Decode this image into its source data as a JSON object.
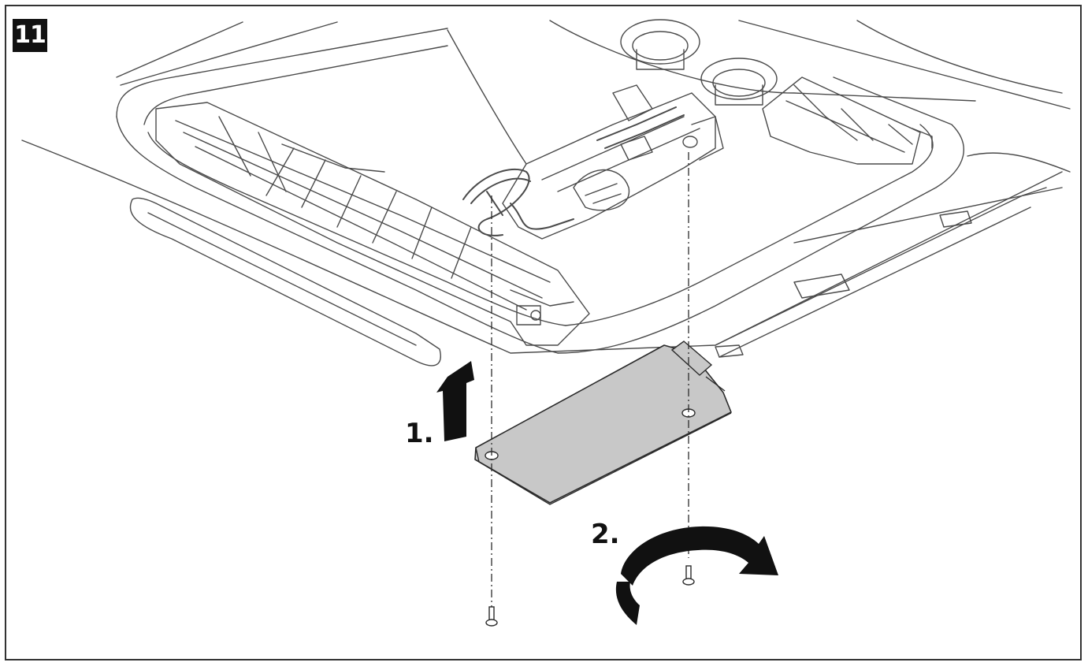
{
  "step": {
    "number": "11"
  },
  "instructions": {
    "step1_label": "1.",
    "step2_label": "2."
  },
  "icons": {
    "lift": "arrow-up-icon",
    "rotate": "rotate-clockwise-icon",
    "screw": "screw-icon"
  },
  "colors": {
    "line": "#2b2b2b",
    "cover_fill": "#c8c8c8",
    "badge": "#111111"
  }
}
